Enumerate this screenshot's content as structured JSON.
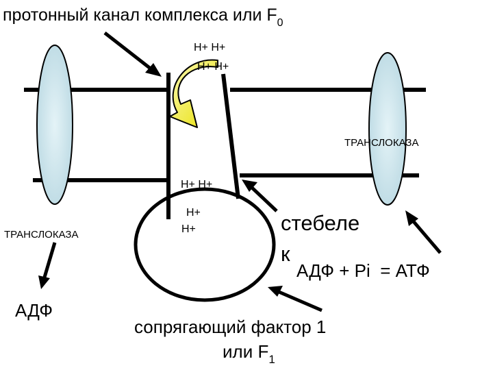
{
  "title": {
    "text": "протонный канал комплекса или F",
    "sub": "0"
  },
  "protons": {
    "top_row1": "H+ H+",
    "top_row2": "H+ H+",
    "mid_row": "H+ H+",
    "inner_row1": "H+",
    "inner_row2": "H+"
  },
  "labels": {
    "translocase_right": "ТРАНСЛОКАЗА",
    "translocase_left": "ТРАНСЛОКАЗА",
    "adp": "АДФ",
    "stalk_line1": "стебеле",
    "stalk_line2": "к",
    "reaction": "АДФ + Pi  = АТФ",
    "coupling_line1": "сопрягающий фактор 1",
    "coupling_line2": "или F",
    "coupling_sub": "1"
  },
  "colors": {
    "ellipse_fill": "#cde6ee",
    "arrow_fill": "#f2ee2a",
    "line": "#000000"
  }
}
